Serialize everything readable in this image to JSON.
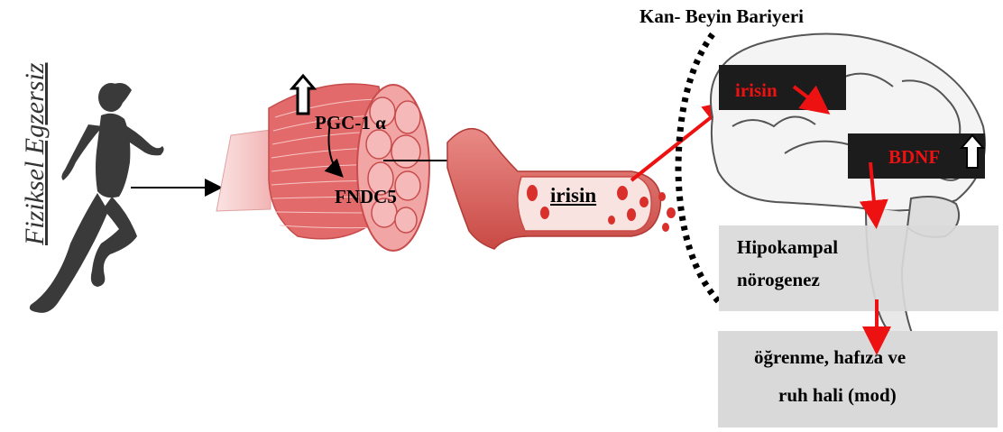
{
  "labels": {
    "exercise": "Fiziksel Egzersiz",
    "pgc": "PGC-1 α",
    "fndc5": "FNDC5",
    "irisin_vessel": "irisin",
    "bbb": "Kan- Beyin Bariyeri",
    "irisin_brain": "irisin",
    "bdnf": "BDNF",
    "hippocampal_line1": "Hipokampal",
    "hippocampal_line2": "nörogenez",
    "outcome_line1": "öğrenme, hafıza ve",
    "outcome_line2": "ruh hali (mod)"
  },
  "colors": {
    "accent_red": "#ee1111",
    "dark_box": "#1c1c1c",
    "grey_box": "#d9d9d9",
    "runner": "#3a3a3a",
    "muscle": "#e36a6a",
    "vessel": "#d9534f",
    "brain_outline": "#555555"
  },
  "icons": [
    "runner-silhouette",
    "muscle-illustration",
    "blood-vessel-illustration",
    "brain-illustration"
  ]
}
